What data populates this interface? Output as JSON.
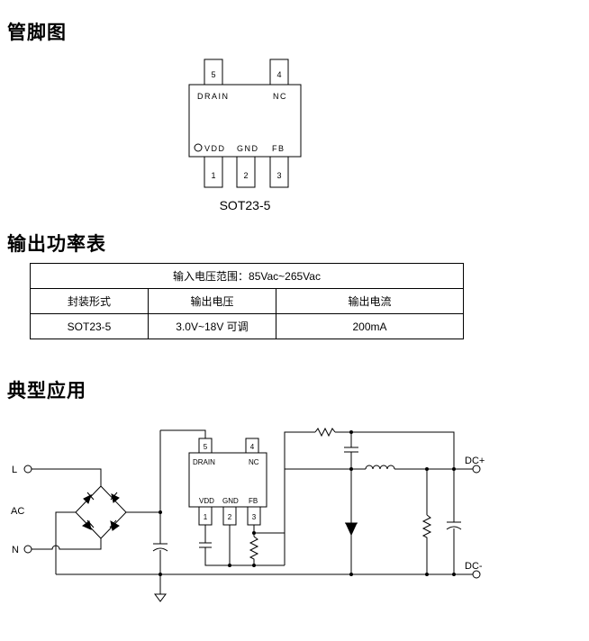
{
  "headings": {
    "pinout": "管脚图",
    "power_table": "输出功率表",
    "typical_app": "典型应用"
  },
  "pinout": {
    "top_pins": [
      {
        "number": "5",
        "label": "DRAIN"
      },
      {
        "number": "4",
        "label": "NC"
      }
    ],
    "bottom_pins": [
      {
        "number": "1",
        "label": "VDD"
      },
      {
        "number": "2",
        "label": "GND"
      },
      {
        "number": "3",
        "label": "FB"
      }
    ],
    "package_name": "SOT23-5"
  },
  "power_table": {
    "title": "输入电压范围：85Vac~265Vac",
    "headers": [
      "封装形式",
      "输出电压",
      "输出电流"
    ],
    "row": [
      "SOT23-5",
      "3.0V~18V 可调",
      "200mA"
    ]
  },
  "circuit": {
    "labels": {
      "L": "L",
      "AC": "AC",
      "N": "N",
      "dc_plus": "DC+",
      "dc_minus": "DC-"
    },
    "chip": {
      "top_pins": [
        {
          "number": "5",
          "label": "DRAIN"
        },
        {
          "number": "4",
          "label": "NC"
        }
      ],
      "bottom_pins": [
        {
          "number": "1",
          "label": "VDD"
        },
        {
          "number": "2",
          "label": "GND"
        },
        {
          "number": "3",
          "label": "FB"
        }
      ]
    }
  }
}
